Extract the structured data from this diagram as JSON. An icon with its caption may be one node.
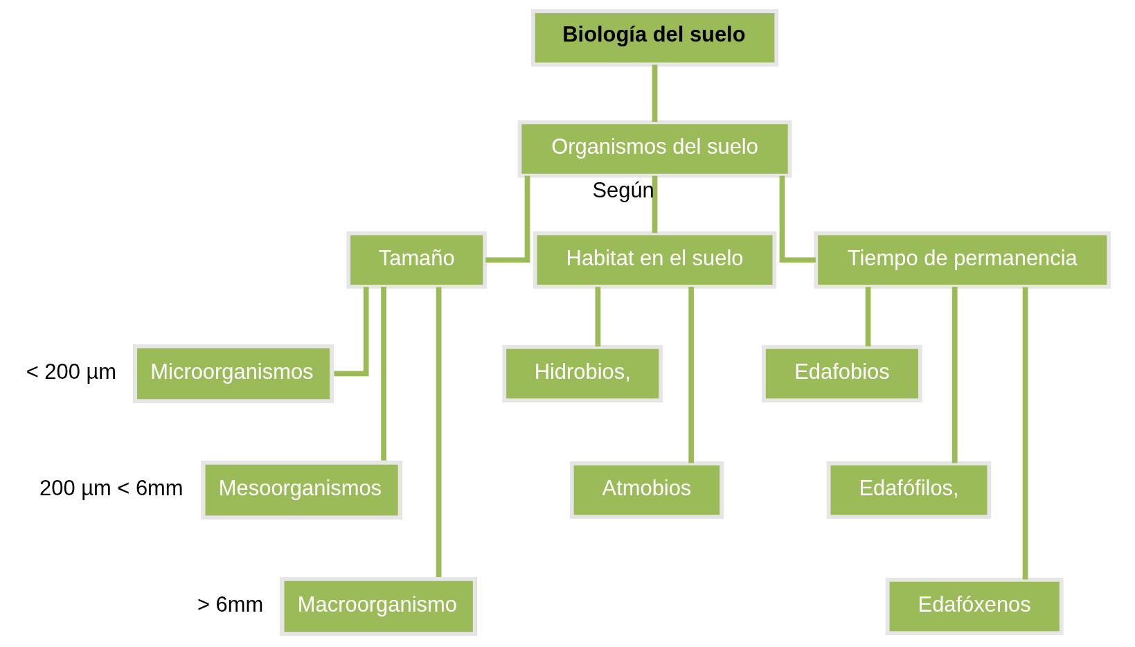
{
  "diagram": {
    "nodes": [
      {
        "text": [
          "Biología del suelo"
        ]
      },
      {
        "text": [
          "Organismos del suelo"
        ]
      },
      {
        "text": [
          "Tamaño"
        ]
      },
      {
        "text": [
          "Habitat en el suelo"
        ]
      },
      {
        "text": [
          "Tiempo de permanencia"
        ]
      },
      {
        "text": [
          "Microorganismos"
        ],
        "beside": [
          "< 200 µm"
        ]
      },
      {
        "text": [
          "Mesoorganismos"
        ],
        "beside": [
          "200 µm < 6mm"
        ]
      },
      {
        "text": [
          "Macroorganismo"
        ],
        "beside": [
          "> 6mm"
        ]
      },
      {
        "text": [
          "Hidrobios,"
        ]
      },
      {
        "text": [
          "Atmobios"
        ]
      },
      {
        "text": [
          "Edafobios"
        ]
      },
      {
        "text": [
          "Edafófilos,"
        ]
      },
      {
        "text": [
          "Edafóxenos"
        ]
      }
    ],
    "edges": [
      {
        "from": 0,
        "to": 1,
        "arrow": "none"
      },
      {
        "from": 1,
        "to": 2,
        "arrow": "none"
      },
      {
        "from": 1,
        "to": 3,
        "arrow": "none",
        "label": "Según"
      },
      {
        "from": 1,
        "to": 4,
        "arrow": "none"
      },
      {
        "from": 2,
        "to": 5,
        "arrow": "none"
      },
      {
        "from": 2,
        "to": 6,
        "arrow": "none"
      },
      {
        "from": 2,
        "to": 7,
        "arrow": "none"
      },
      {
        "from": 3,
        "to": 8,
        "arrow": "none"
      },
      {
        "from": 3,
        "to": 9,
        "arrow": "none"
      },
      {
        "from": 4,
        "to": 10,
        "arrow": "none"
      },
      {
        "from": 4,
        "to": 11,
        "arrow": "none"
      },
      {
        "from": 4,
        "to": 12,
        "arrow": "none"
      }
    ]
  }
}
